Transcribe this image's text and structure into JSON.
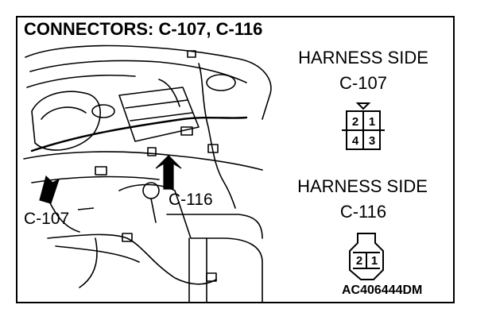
{
  "title": "CONNECTORS: C-107, C-116",
  "connectors": [
    {
      "side_label": "HARNESS SIDE",
      "name": "C-107",
      "pins": [
        "2",
        "1",
        "4",
        "3"
      ]
    },
    {
      "side_label": "HARNESS SIDE",
      "name": "C-116",
      "pins": [
        "2",
        "1"
      ]
    }
  ],
  "callouts": {
    "c107": "C-107",
    "c116": "C-116"
  },
  "figure_code": "AC406444DM"
}
